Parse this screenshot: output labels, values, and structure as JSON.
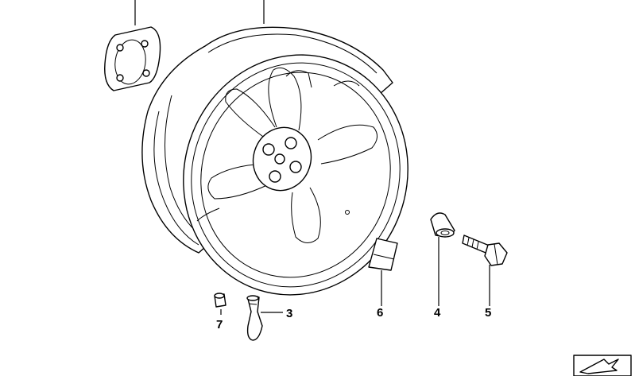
{
  "diagram": {
    "callouts": [
      {
        "id": "part-3",
        "label": "3"
      },
      {
        "id": "part-4",
        "label": "4"
      },
      {
        "id": "part-5",
        "label": "5"
      },
      {
        "id": "part-6",
        "label": "6"
      },
      {
        "id": "part-7",
        "label": "7"
      }
    ],
    "line_color": "#000000",
    "background": "#ffffff"
  }
}
